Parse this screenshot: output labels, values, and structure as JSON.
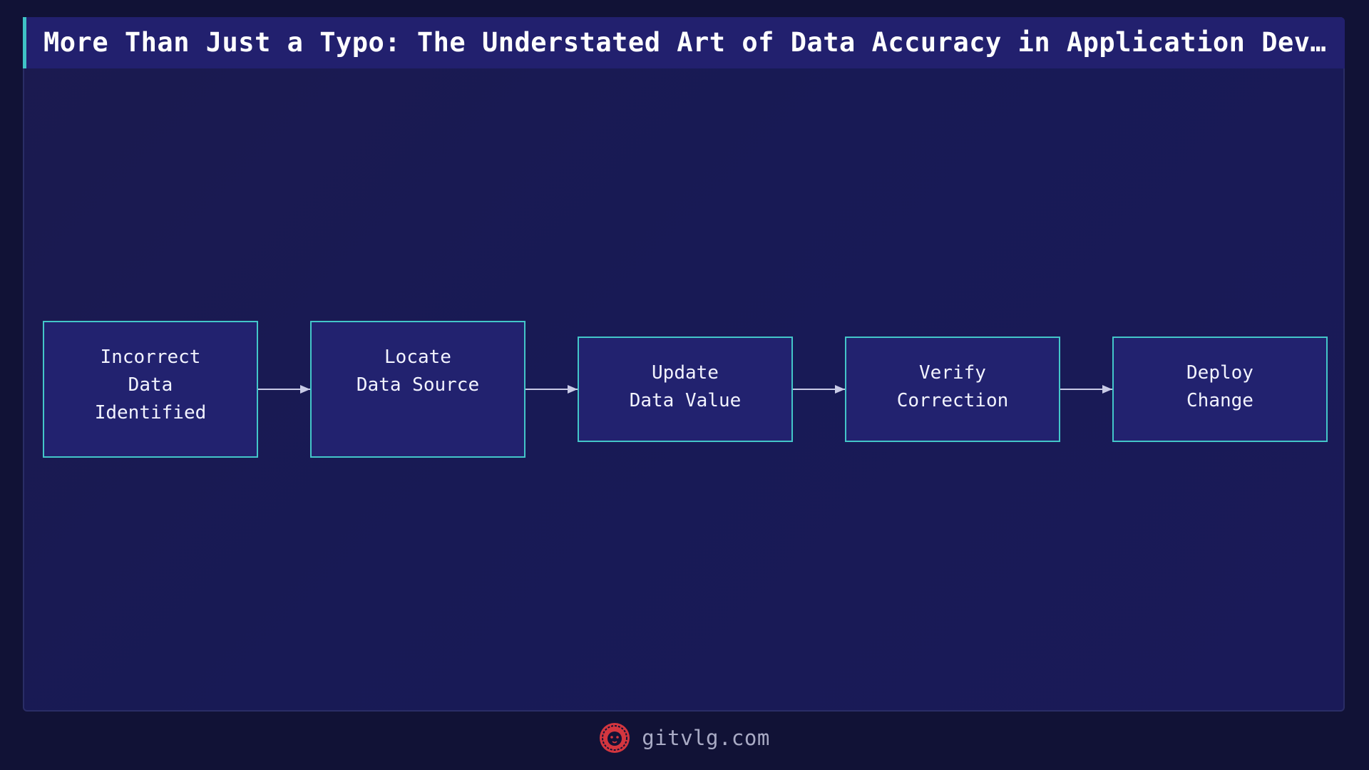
{
  "title": "More Than Just a Typo: The Understated Art of Data Accuracy in Application Deve…",
  "diagram": {
    "type": "flowchart",
    "direction": "left-to-right",
    "nodes": [
      {
        "id": "n1",
        "label": "Incorrect\nData\nIdentified"
      },
      {
        "id": "n2",
        "label": "Locate\nData Source"
      },
      {
        "id": "n3",
        "label": "Update\nData Value"
      },
      {
        "id": "n4",
        "label": "Verify\nCorrection"
      },
      {
        "id": "n5",
        "label": "Deploy\nChange"
      }
    ],
    "edges": [
      {
        "from": "n1",
        "to": "n2"
      },
      {
        "from": "n2",
        "to": "n3"
      },
      {
        "from": "n3",
        "to": "n4"
      },
      {
        "from": "n4",
        "to": "n5"
      }
    ]
  },
  "footer": {
    "site": "gitvlg.com",
    "logo_icon": "lion-head-icon"
  },
  "colors": {
    "background": "#111236",
    "panel": "#1b1a4f",
    "title_bar": "#22206e",
    "accent": "#3fc2c6",
    "node_fill": "#22226f",
    "node_border": "#43c6c9",
    "arrow": "#c9cbe6",
    "logo": "#d4363f"
  }
}
